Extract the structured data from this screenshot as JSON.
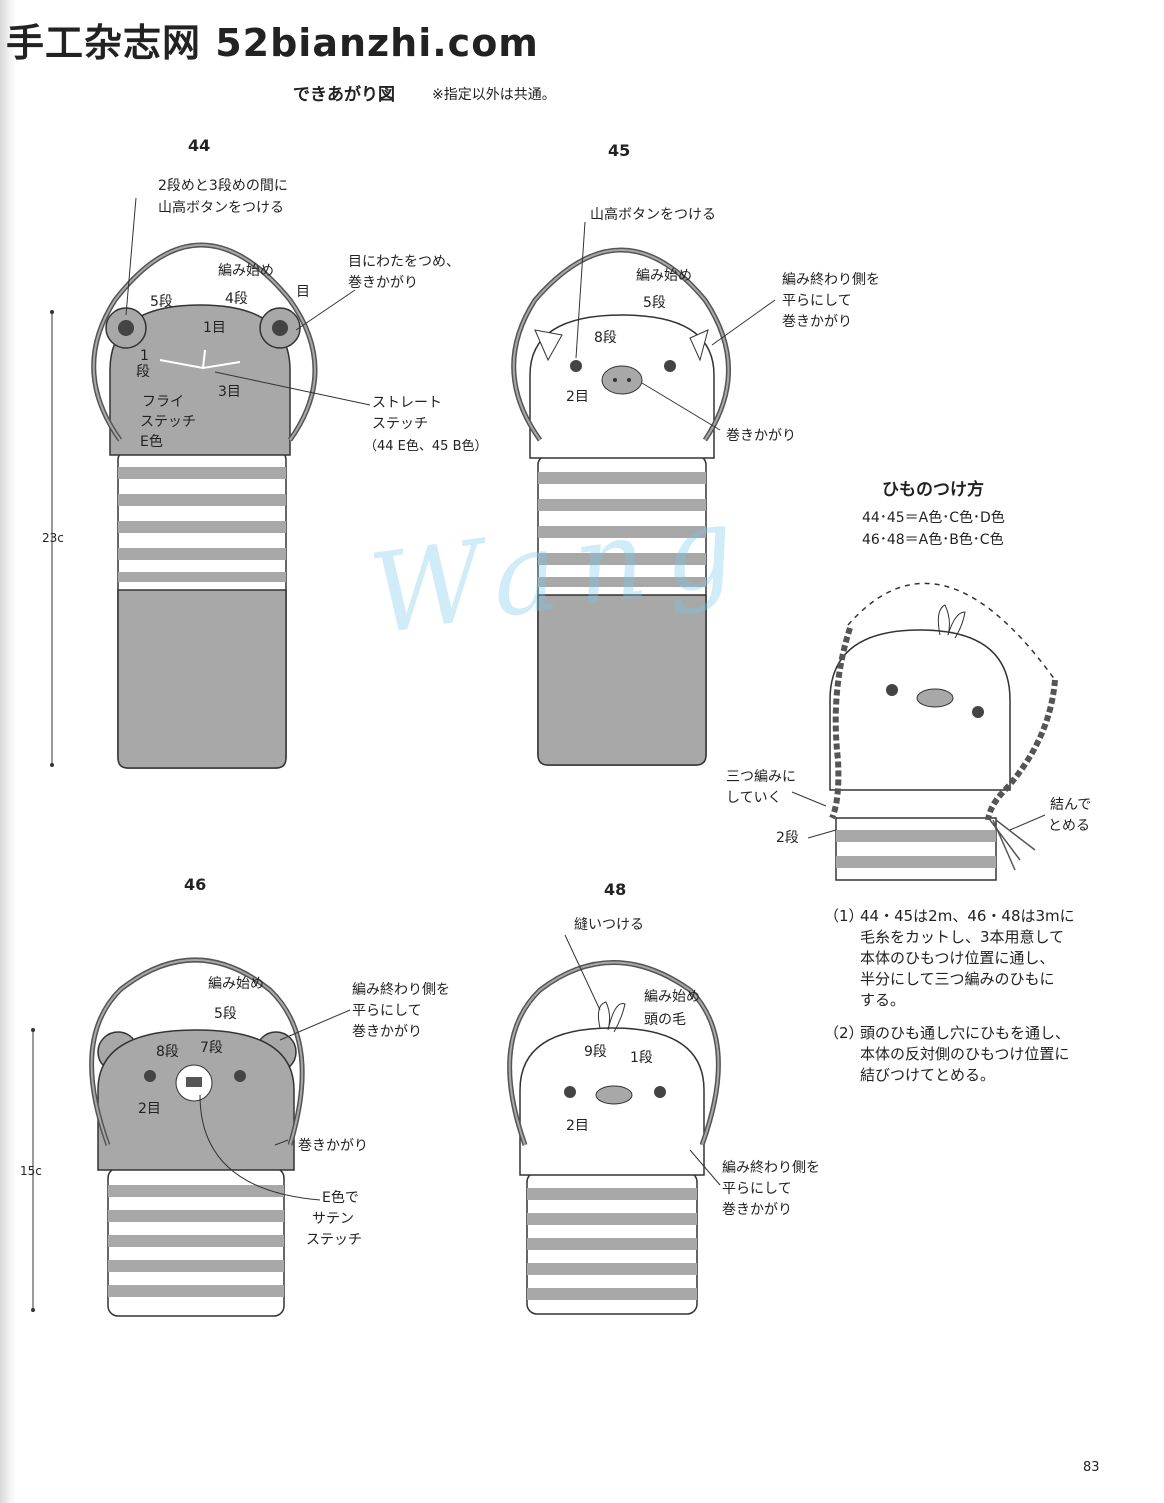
{
  "header": {
    "logo": "手工杂志网 52bianzhi.com",
    "heading": "できあがり図",
    "note": "※指定以外は共通。"
  },
  "watermark": "Wang",
  "figures": {
    "fig44": {
      "number": "44",
      "labels": {
        "button": [
          "2段めと3段めの間に",
          "山高ボタンをつける"
        ],
        "start": "編み始め",
        "row5": "5段",
        "row4": "4段",
        "eye": "目",
        "stitch1": "1目",
        "row1a": "1",
        "row1b": "段",
        "stitch3": "3目",
        "fly": [
          "フライ",
          "ステッチ",
          "E色"
        ],
        "stuff": [
          "目にわたをつめ、",
          "巻きかがり"
        ],
        "straight": [
          "ストレート",
          "ステッチ",
          "（44 E色、45 B色）"
        ],
        "height": "23c"
      }
    },
    "fig45": {
      "number": "45",
      "labels": {
        "button": "山高ボタンをつける",
        "start": "編み始め",
        "row5": "5段",
        "row8": "8段",
        "stitch2": "2目",
        "flat": [
          "編み終わり側を",
          "平らにして",
          "巻きかがり"
        ],
        "whip": "巻きかがり"
      }
    },
    "cord": {
      "title": "ひものつけ方",
      "colors": [
        "44･45＝A色･C色･D色",
        "46･48＝A色･B色･C色"
      ],
      "braid": [
        "三つ編みに",
        "していく"
      ],
      "row2": "2段",
      "tie": [
        "結んで",
        "とめる"
      ]
    },
    "fig46": {
      "number": "46",
      "labels": {
        "start": "編み始め",
        "row5": "5段",
        "row8": "8段",
        "row7": "7段",
        "stitch2": "2目",
        "flat": [
          "編み終わり側を",
          "平らにして",
          "巻きかがり"
        ],
        "whip": "巻きかがり",
        "satin": [
          "E色で",
          "サテン",
          "ステッチ"
        ],
        "height": "15c"
      }
    },
    "fig48": {
      "number": "48",
      "labels": {
        "sew": "縫いつける",
        "start": "編み始め",
        "hair": "頭の毛",
        "row9": "9段",
        "row1": "1段",
        "stitch2": "2目",
        "flat": [
          "編み終わり側を",
          "平らにして",
          "巻きかがり"
        ]
      }
    }
  },
  "instructions": [
    {
      "num": "（1）",
      "lines": [
        "44・45は2m、46・48は3mに",
        "毛糸をカットし、3本用意して",
        "本体のひもつけ位置に通し、",
        "半分にして三つ編みのひもに",
        "する。"
      ]
    },
    {
      "num": "（2）",
      "lines": [
        "頭のひも通し穴にひもを通し、",
        "本体の反対側のひもつけ位置に",
        "結びつけてとめる。"
      ]
    }
  ],
  "page_number": "83",
  "colors": {
    "gray": "#a8a8a8",
    "dark": "#555555",
    "line": "#333333"
  }
}
